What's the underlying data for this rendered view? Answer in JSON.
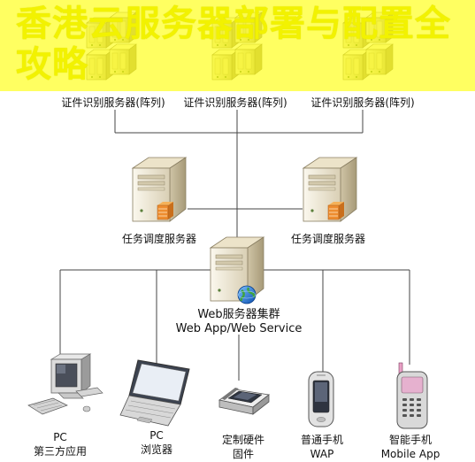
{
  "banner": {
    "title": "香港云服务器部署与配置全攻略"
  },
  "tiers": {
    "cert_servers": {
      "label": "证件识别服务器(阵列)",
      "count": 3
    },
    "dispatch_servers": {
      "label": "任务调度服务器",
      "count": 2
    },
    "web_cluster": {
      "label_line1": "Web服务器集群",
      "label_line2": "Web App/Web Service"
    }
  },
  "clients": [
    {
      "line1": "PC",
      "line2": "第三方应用",
      "icon": "desktop-pc-icon"
    },
    {
      "line1": "PC",
      "line2": "浏览器",
      "icon": "laptop-icon"
    },
    {
      "line1": "定制硬件",
      "line2": "固件",
      "icon": "scanner-icon"
    },
    {
      "line1": "普通手机",
      "line2": "WAP",
      "icon": "feature-phone-icon"
    },
    {
      "line1": "智能手机",
      "line2": "Mobile App",
      "icon": "smartphone-icon"
    }
  ],
  "colors": {
    "banner": "#ffff00",
    "server_body": "#f1ead8",
    "connector": "#444444"
  }
}
